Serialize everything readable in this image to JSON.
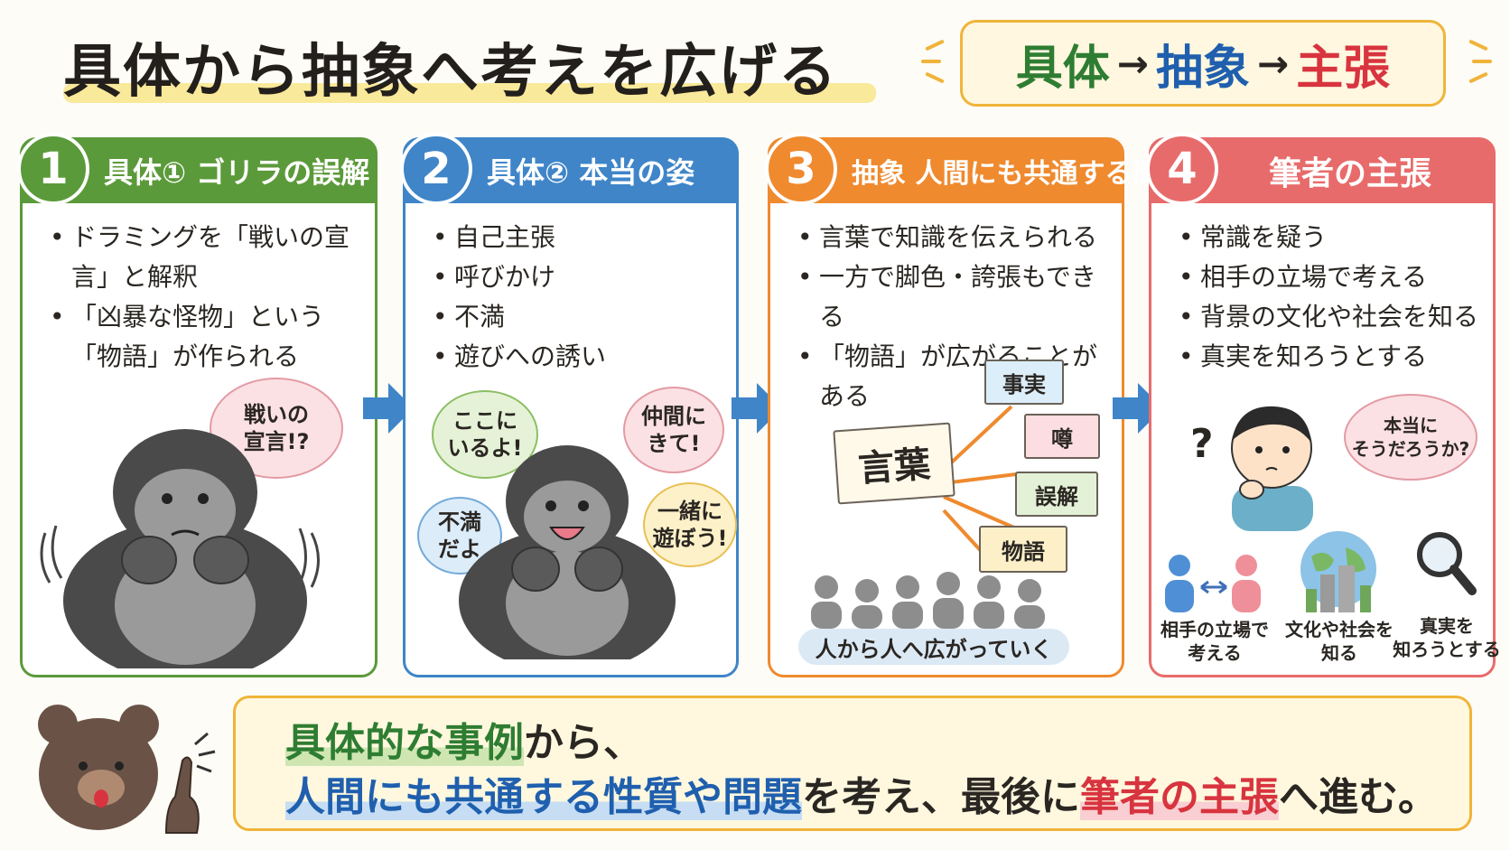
{
  "header": {
    "title": "具体から抽象へ考えを広げる",
    "flow": [
      "具体",
      "抽象",
      "主張"
    ],
    "flow_arrow": "→",
    "colors": {
      "concrete": "#2e7d32",
      "abstract": "#1f5fae",
      "claim": "#d8343f"
    }
  },
  "panels": [
    {
      "number": "1",
      "title": "具体①  ゴリラの誤解",
      "color": "#5b9a3a",
      "items": [
        "ドラミングを「戦いの宣言」と解釈",
        "「凶暴な怪物」という「物語」が作られる"
      ],
      "bubble": "戦いの\n宣言!?",
      "icon": "gorilla-drumming-icon"
    },
    {
      "number": "2",
      "title": "具体②  本当の姿",
      "color": "#3f85c8",
      "items": [
        "自己主張",
        "呼びかけ",
        "不満",
        "遊びへの誘い"
      ],
      "bubbles": [
        "ここに\nいるよ!",
        "仲間に\nきて!",
        "不満\nだよ",
        "一緒に\n遊ぼう!"
      ],
      "icon": "gorilla-smiling-icon"
    },
    {
      "number": "3",
      "title": "抽象  人間にも共通する問題",
      "color": "#ef8a2e",
      "items": [
        "言葉で知識を伝えられる",
        "一方で脚色・誇張もできる",
        "「物語」が広がることがある"
      ],
      "center_word": "言葉",
      "tags": [
        "事実",
        "噂",
        "誤解",
        "物語"
      ],
      "crowd_caption": "人から人へ広がっていく",
      "icon": "crowd-icon"
    },
    {
      "number": "4",
      "title": "筆者の主張",
      "color": "#e86b6b",
      "items": [
        "常識を疑う",
        "相手の立場で考える",
        "背景の文化や社会を知る",
        "真実を知ろうとする"
      ],
      "bubble": "本当に\nそうだろうか?",
      "question_mark": "?",
      "captions": [
        "相手の立場で\n考える",
        "文化や社会を\n知る",
        "真実を\n知ろうとする"
      ],
      "icon": "thinking-boy-icon"
    }
  ],
  "summary": {
    "line1_hl": "具体的な事例",
    "line1_rest": "から、",
    "line2_hl_blue": "人間にも共通する性質や問題",
    "line2_mid": "を考え、最後に",
    "line2_hl_red": "筆者の主張",
    "line2_rest": "へ進む。",
    "icon": "bear-pointing-icon"
  }
}
